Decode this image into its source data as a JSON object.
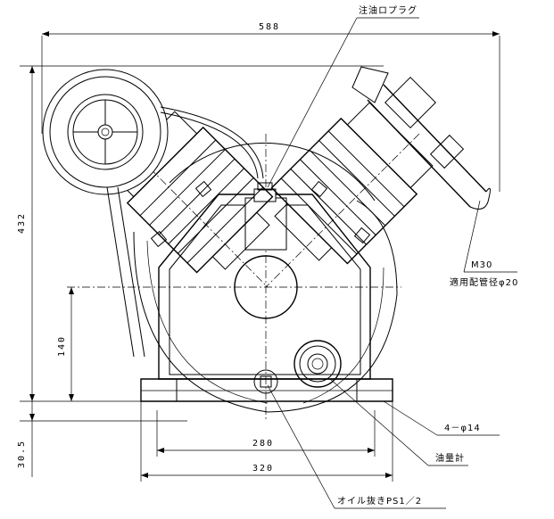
{
  "dimensions": {
    "overall_width": "588",
    "overall_height": "432",
    "inner_width_280": "280",
    "outer_width_320": "320",
    "height_140": "140",
    "base_height": "30.5"
  },
  "callouts": {
    "oil_filler_plug": "注油ロプラグ",
    "thread_size": "M30",
    "applicable_pipe": "適用配管径φ20",
    "mounting_holes": "4－φ14",
    "oil_gauge": "油量計",
    "oil_drain": "オイル抜きPS1／2"
  }
}
